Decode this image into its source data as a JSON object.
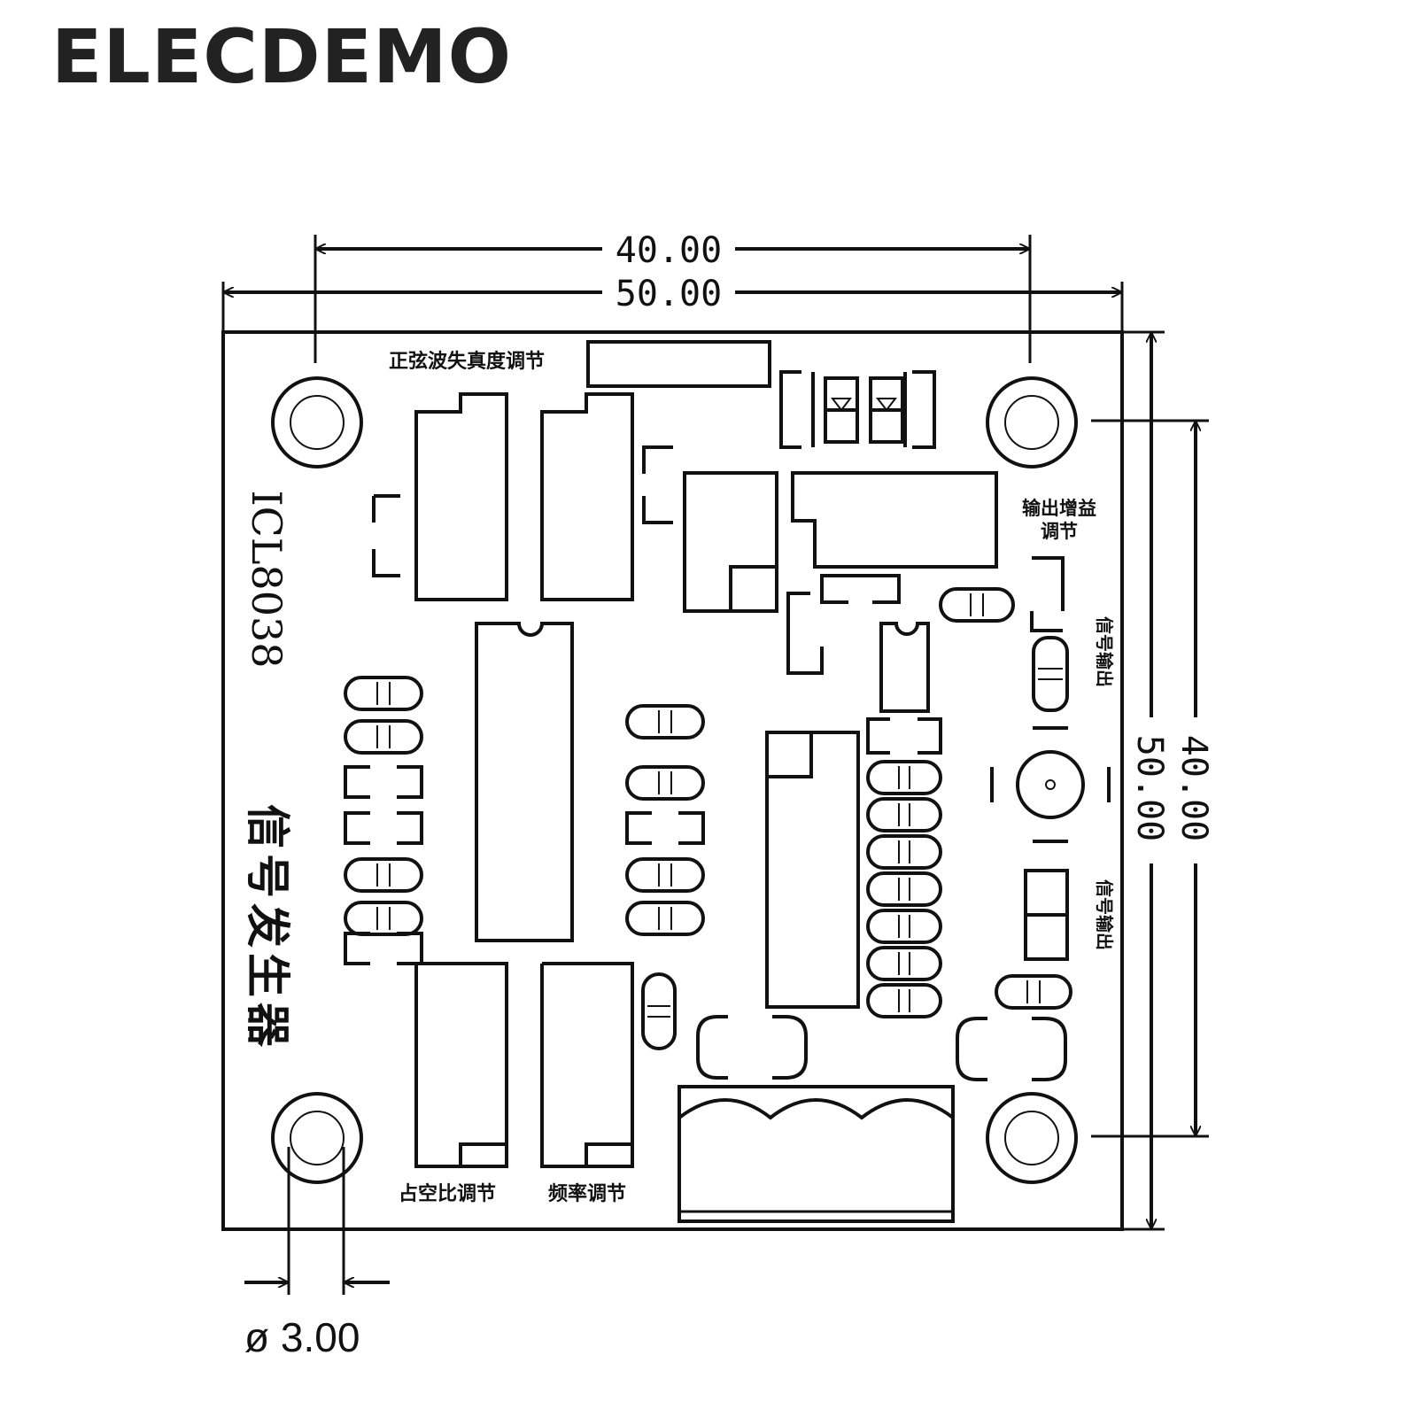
{
  "brand": "ELECDEMO",
  "board": {
    "chip_label": "ICL8038",
    "vertical_title": "信号发生器",
    "labels": {
      "distortion_adjust": "正弦波失真度调节",
      "output_gain_line1": "输出增益",
      "output_gain_line2": "调节",
      "signal_output_top": "信号输出",
      "signal_output_bottom": "信号输出",
      "duty_cycle_adjust": "占空比调节",
      "frequency_adjust": "频率调节"
    }
  },
  "dimensions": {
    "hole_spacing_h": "40.00",
    "board_width": "50.00",
    "board_height": "50.00",
    "hole_spacing_v": "40.00",
    "hole_diameter": "ø 3.00"
  },
  "colors": {
    "line": "#111111",
    "brand": "#222222",
    "background": "#ffffff"
  }
}
